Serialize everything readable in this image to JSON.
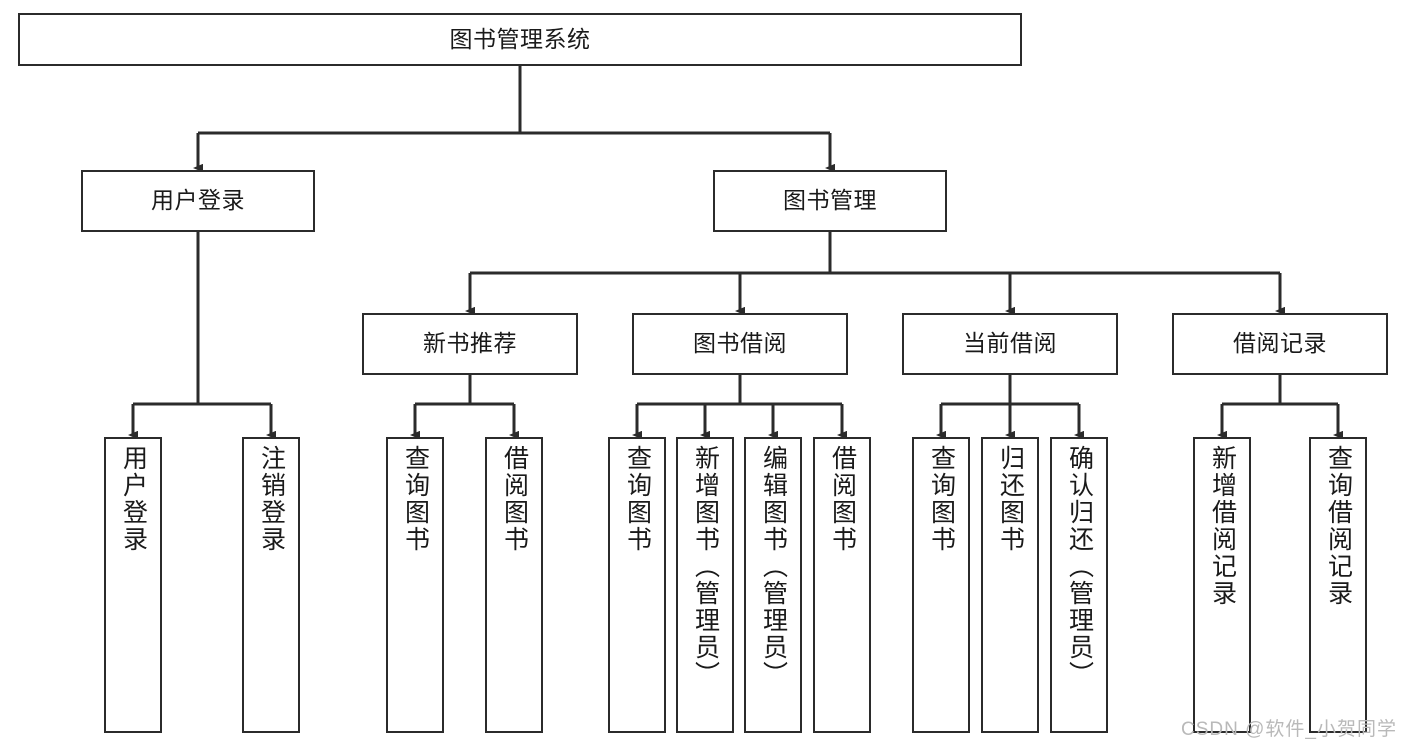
{
  "diagram": {
    "title": "图书管理系统",
    "type": "tree",
    "watermark": "CSDN @软件_小贺同学",
    "colors": {
      "stroke": "#2b2b2b",
      "fill": "#ffffff",
      "text": "#1a1a1a",
      "watermark": "#b9b9b9"
    },
    "nodes": {
      "root": {
        "label": "图书管理系统"
      },
      "level2": [
        {
          "id": "user-login",
          "label": "用户登录"
        },
        {
          "id": "book-manage",
          "label": "图书管理"
        }
      ],
      "level3": [
        {
          "id": "new-book-recommend",
          "label": "新书推荐"
        },
        {
          "id": "book-borrow",
          "label": "图书借阅"
        },
        {
          "id": "current-borrow",
          "label": "当前借阅"
        },
        {
          "id": "borrow-record",
          "label": "借阅记录"
        }
      ],
      "leaves": [
        {
          "id": "leaf-user-login",
          "label": "用户登录",
          "parent": "user-login"
        },
        {
          "id": "leaf-logout-login",
          "label": "注销登录",
          "parent": "user-login"
        },
        {
          "id": "leaf-query-book-1",
          "label": "查询图书",
          "parent": "new-book-recommend"
        },
        {
          "id": "leaf-borrow-book-1",
          "label": "借阅图书",
          "parent": "new-book-recommend"
        },
        {
          "id": "leaf-query-book-2",
          "label": "查询图书",
          "parent": "book-borrow"
        },
        {
          "id": "leaf-add-book",
          "label": "新增图书（管理员）",
          "parent": "book-borrow"
        },
        {
          "id": "leaf-edit-book",
          "label": "编辑图书（管理员）",
          "parent": "book-borrow"
        },
        {
          "id": "leaf-borrow-book-2",
          "label": "借阅图书",
          "parent": "book-borrow"
        },
        {
          "id": "leaf-query-book-3",
          "label": "查询图书",
          "parent": "current-borrow"
        },
        {
          "id": "leaf-return-book",
          "label": "归还图书",
          "parent": "current-borrow"
        },
        {
          "id": "leaf-confirm-return",
          "label": "确认归还（管理员）",
          "parent": "current-borrow"
        },
        {
          "id": "leaf-add-record",
          "label": "新增借阅记录",
          "parent": "borrow-record"
        },
        {
          "id": "leaf-query-record",
          "label": "查询借阅记录",
          "parent": "borrow-record"
        }
      ]
    }
  }
}
